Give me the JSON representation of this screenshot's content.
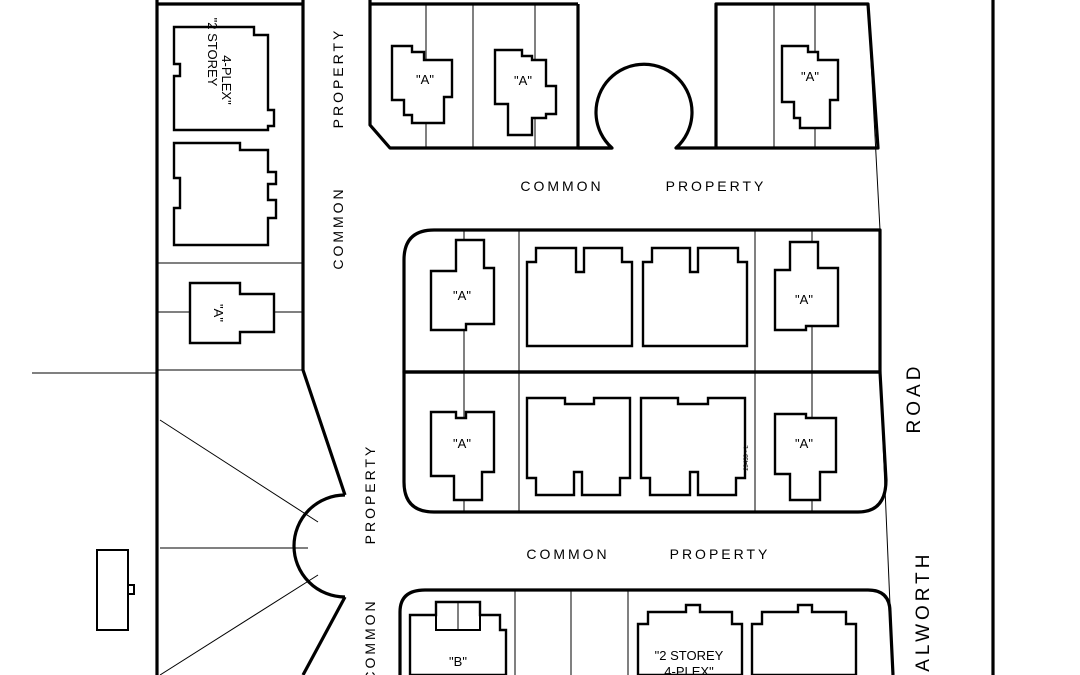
{
  "labels": {
    "unit_a": "\"A\"",
    "unit_b": "\"B\"",
    "plex_line1": "\"2 STOREY",
    "plex_line2": "4-PLEX\"",
    "common": "COMMON",
    "property": "PROPERTY",
    "road": "ROAD",
    "road_name": "HALWORTH",
    "small_note": "29439 - L"
  }
}
